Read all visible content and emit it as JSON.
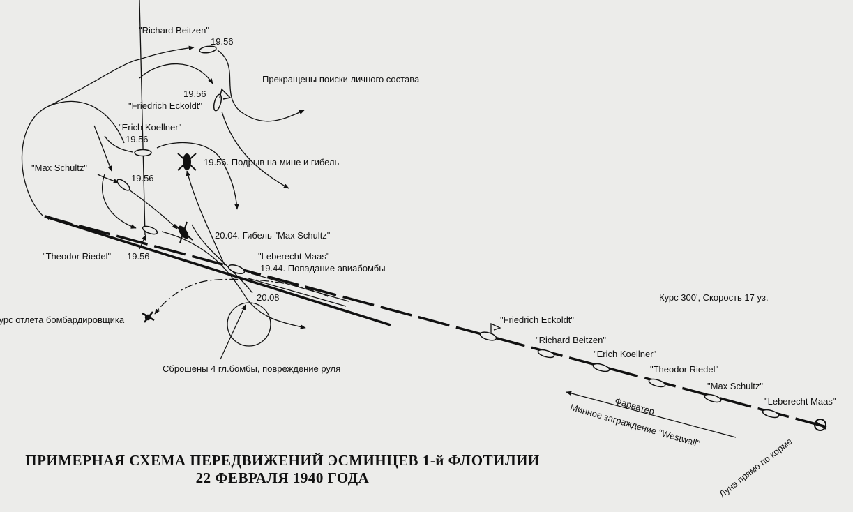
{
  "ships_top": {
    "richard_beitzen": "\"Richard Beitzen\"",
    "friedrich_eckoldt": "\"Friedrich Eckoldt\"",
    "erich_koellner": "\"Erich Koellner\"",
    "max_schultz": "\"Max Schultz\"",
    "theodor_riedel": "\"Theodor Riedel\"",
    "leberecht_maas": "\"Leberecht Maas\""
  },
  "times": {
    "beitzen": "19.56",
    "eckoldt": "19.56",
    "koellner": "19.56",
    "schultz": "19.56",
    "riedel": "19.56",
    "drop": "20.08"
  },
  "notes": {
    "search_stopped": "Прекращены поиски личного состава",
    "mine_loss": "19.56. Подрыв на мине и гибель",
    "schultz_loss": "20.04. Гибель \"Max Schultz\"",
    "bomb_hit": "19.44. Попадание авиабомбы",
    "bomber_course": "Курс отлета бомбардировщика",
    "depth_charges": "Сброшены 4 гл.бомбы, повреждение руля",
    "course_speed": "Курс 300', Скорость 17 уз.",
    "fairway": "Фарватер",
    "minefield": "Минное заграждение \"Westwall\"",
    "moon": "Луна прямо по корме"
  },
  "column": [
    "\"Friedrich Eckoldt\"",
    "\"Richard Beitzen\"",
    "\"Erich Koellner\"",
    "\"Theodor Riedel\"",
    "\"Max Schultz\"",
    "\"Leberecht Maas\""
  ],
  "caption": {
    "line1": "ПРИМЕРНАЯ СХЕМА ПЕРЕДВИЖЕНИЙ ЭСМИНЦЕВ 1-й ФЛОТИЛИИ",
    "line2": "22 ФЕВРАЛЯ 1940 ГОДА"
  },
  "colors": {
    "background": "#ececea",
    "ink": "#111111"
  },
  "icons": {
    "ship": "destroyer-silhouette",
    "sunk": "sinking-ship-x",
    "plane": "bomber-icon",
    "moon": "moon-circle"
  }
}
